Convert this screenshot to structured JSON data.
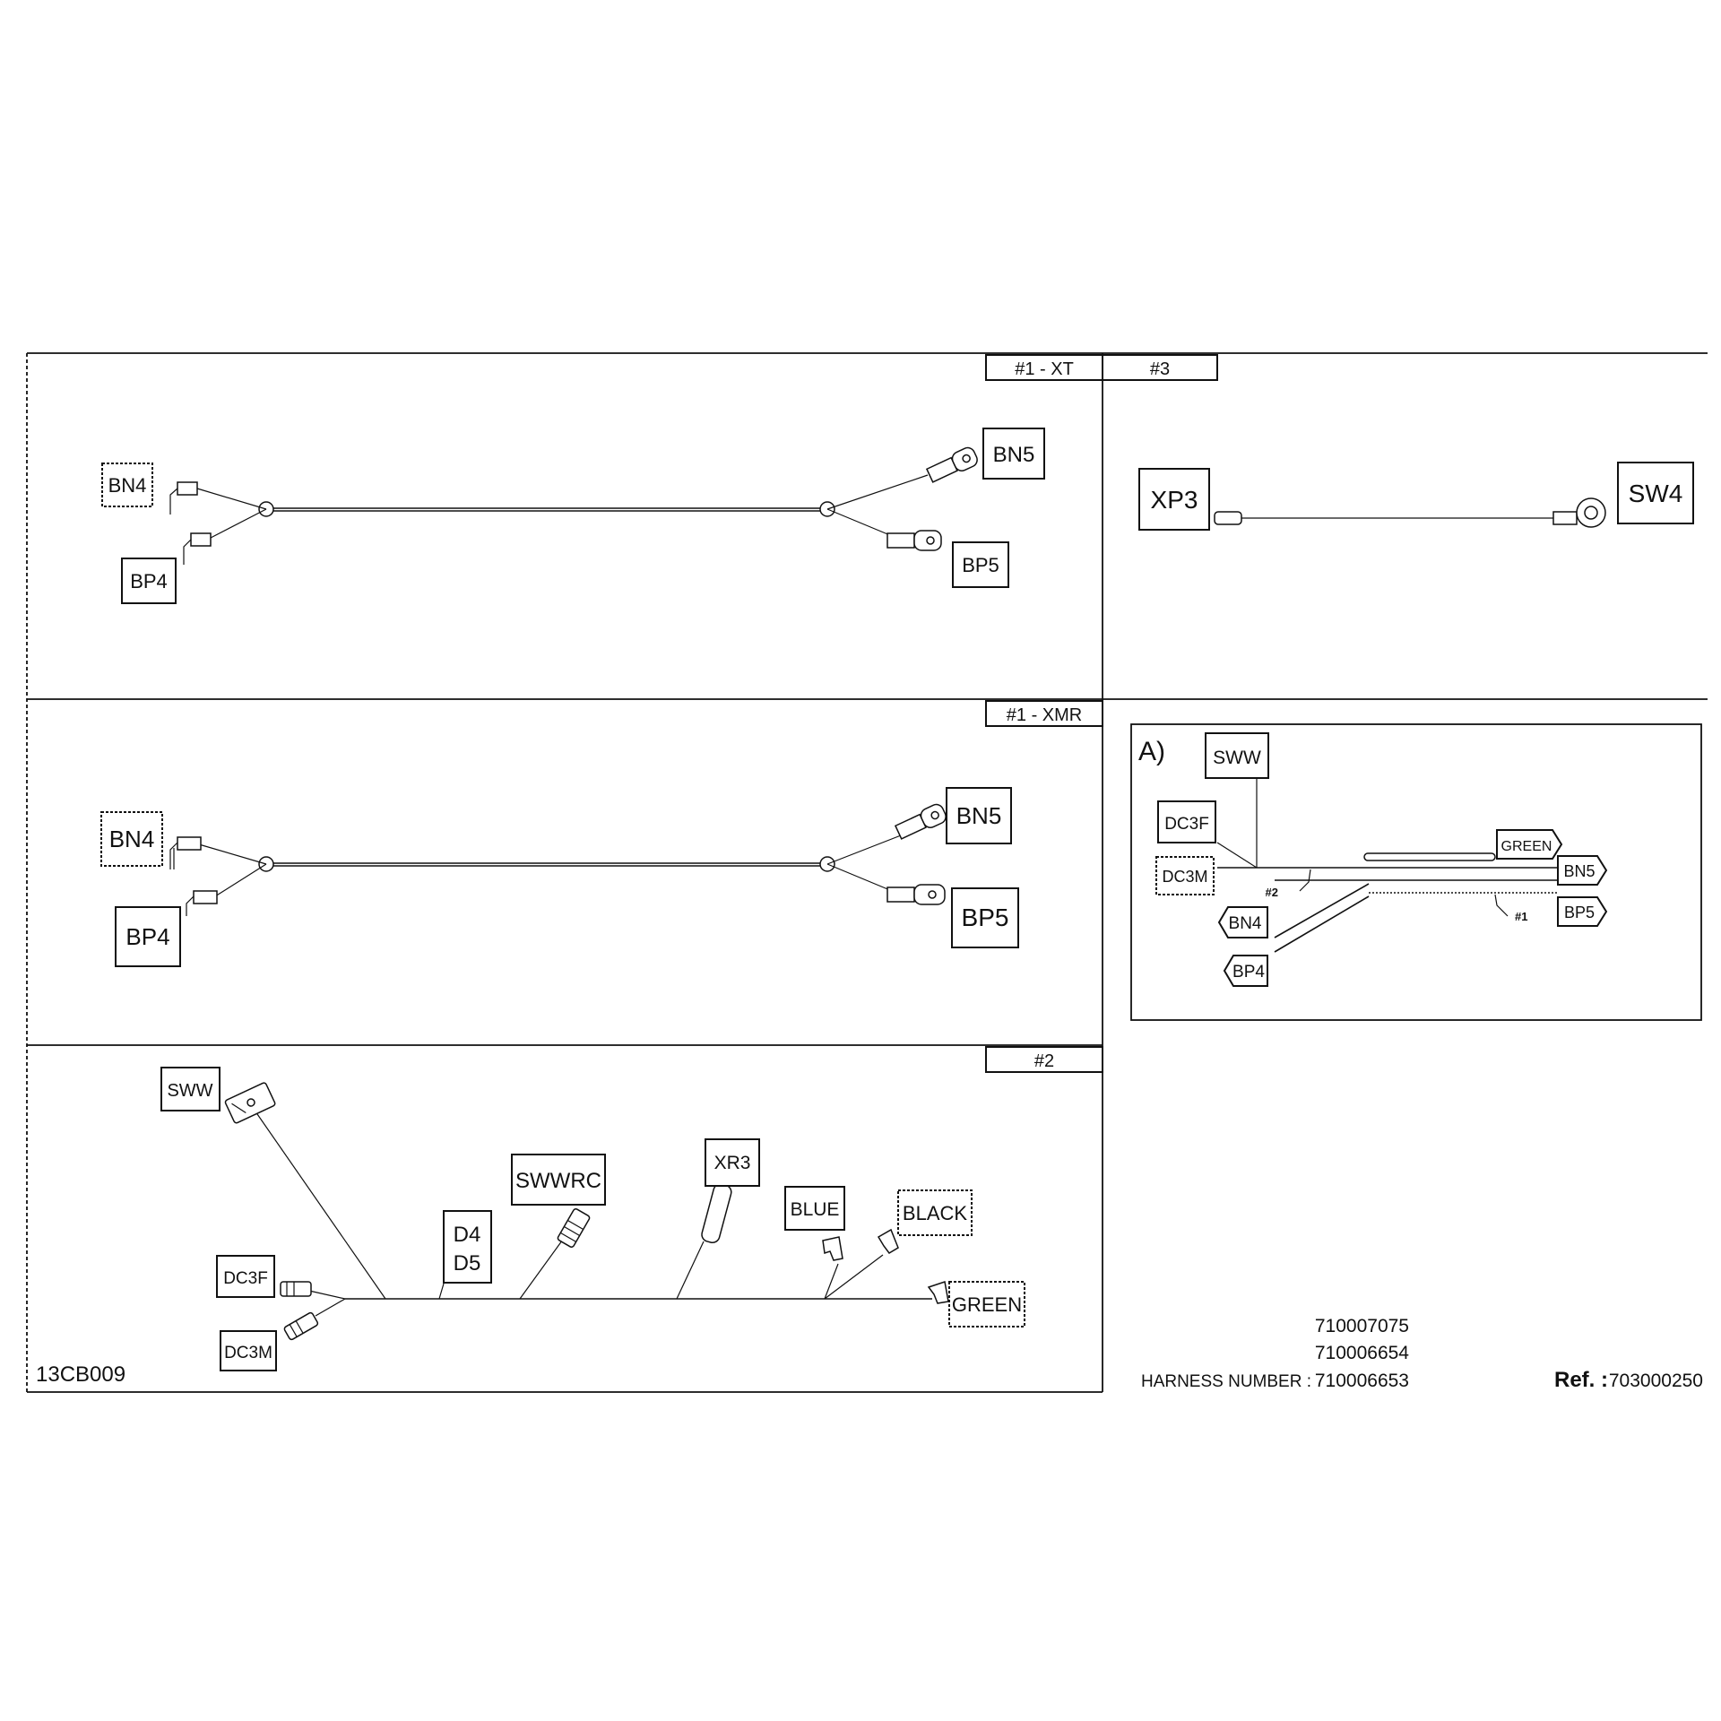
{
  "panels": {
    "p1xt": {
      "title": "#1 - XT",
      "labels": {
        "bn4": "BN4",
        "bp4": "BP4",
        "bn5": "BN5",
        "bp5": "BP5"
      }
    },
    "p3": {
      "title": "#3",
      "labels": {
        "xp3": "XP3",
        "sw4": "SW4"
      }
    },
    "p1xmr": {
      "title": "#1 - XMR",
      "labels": {
        "bn4": "BN4",
        "bp4": "BP4",
        "bn5": "BN5",
        "bp5": "BP5"
      }
    },
    "p2": {
      "title": "#2",
      "labels": {
        "sww": "SWW",
        "dc3f": "DC3F",
        "dc3m": "DC3M",
        "d4": "D4",
        "d5": "D5",
        "swwrc": "SWWRC",
        "xr3": "XR3",
        "blue": "BLUE",
        "black": "BLACK",
        "green": "GREEN"
      }
    },
    "detail": {
      "title": "A)",
      "labels": {
        "sww": "SWW",
        "dc3f": "DC3F",
        "dc3m": "DC3M",
        "green": "GREEN",
        "bn5": "BN5",
        "bp5": "BP5",
        "bn4": "BN4",
        "bp4": "BP4",
        "wire2": "#2",
        "wire1": "#1"
      }
    }
  },
  "figure_code": "13CB009",
  "harness": {
    "label": "HARNESS NUMBER :",
    "numbers": [
      "710007075",
      "710006654",
      "710006653"
    ],
    "ref_label": "Ref. :",
    "ref_value": "703000250"
  }
}
